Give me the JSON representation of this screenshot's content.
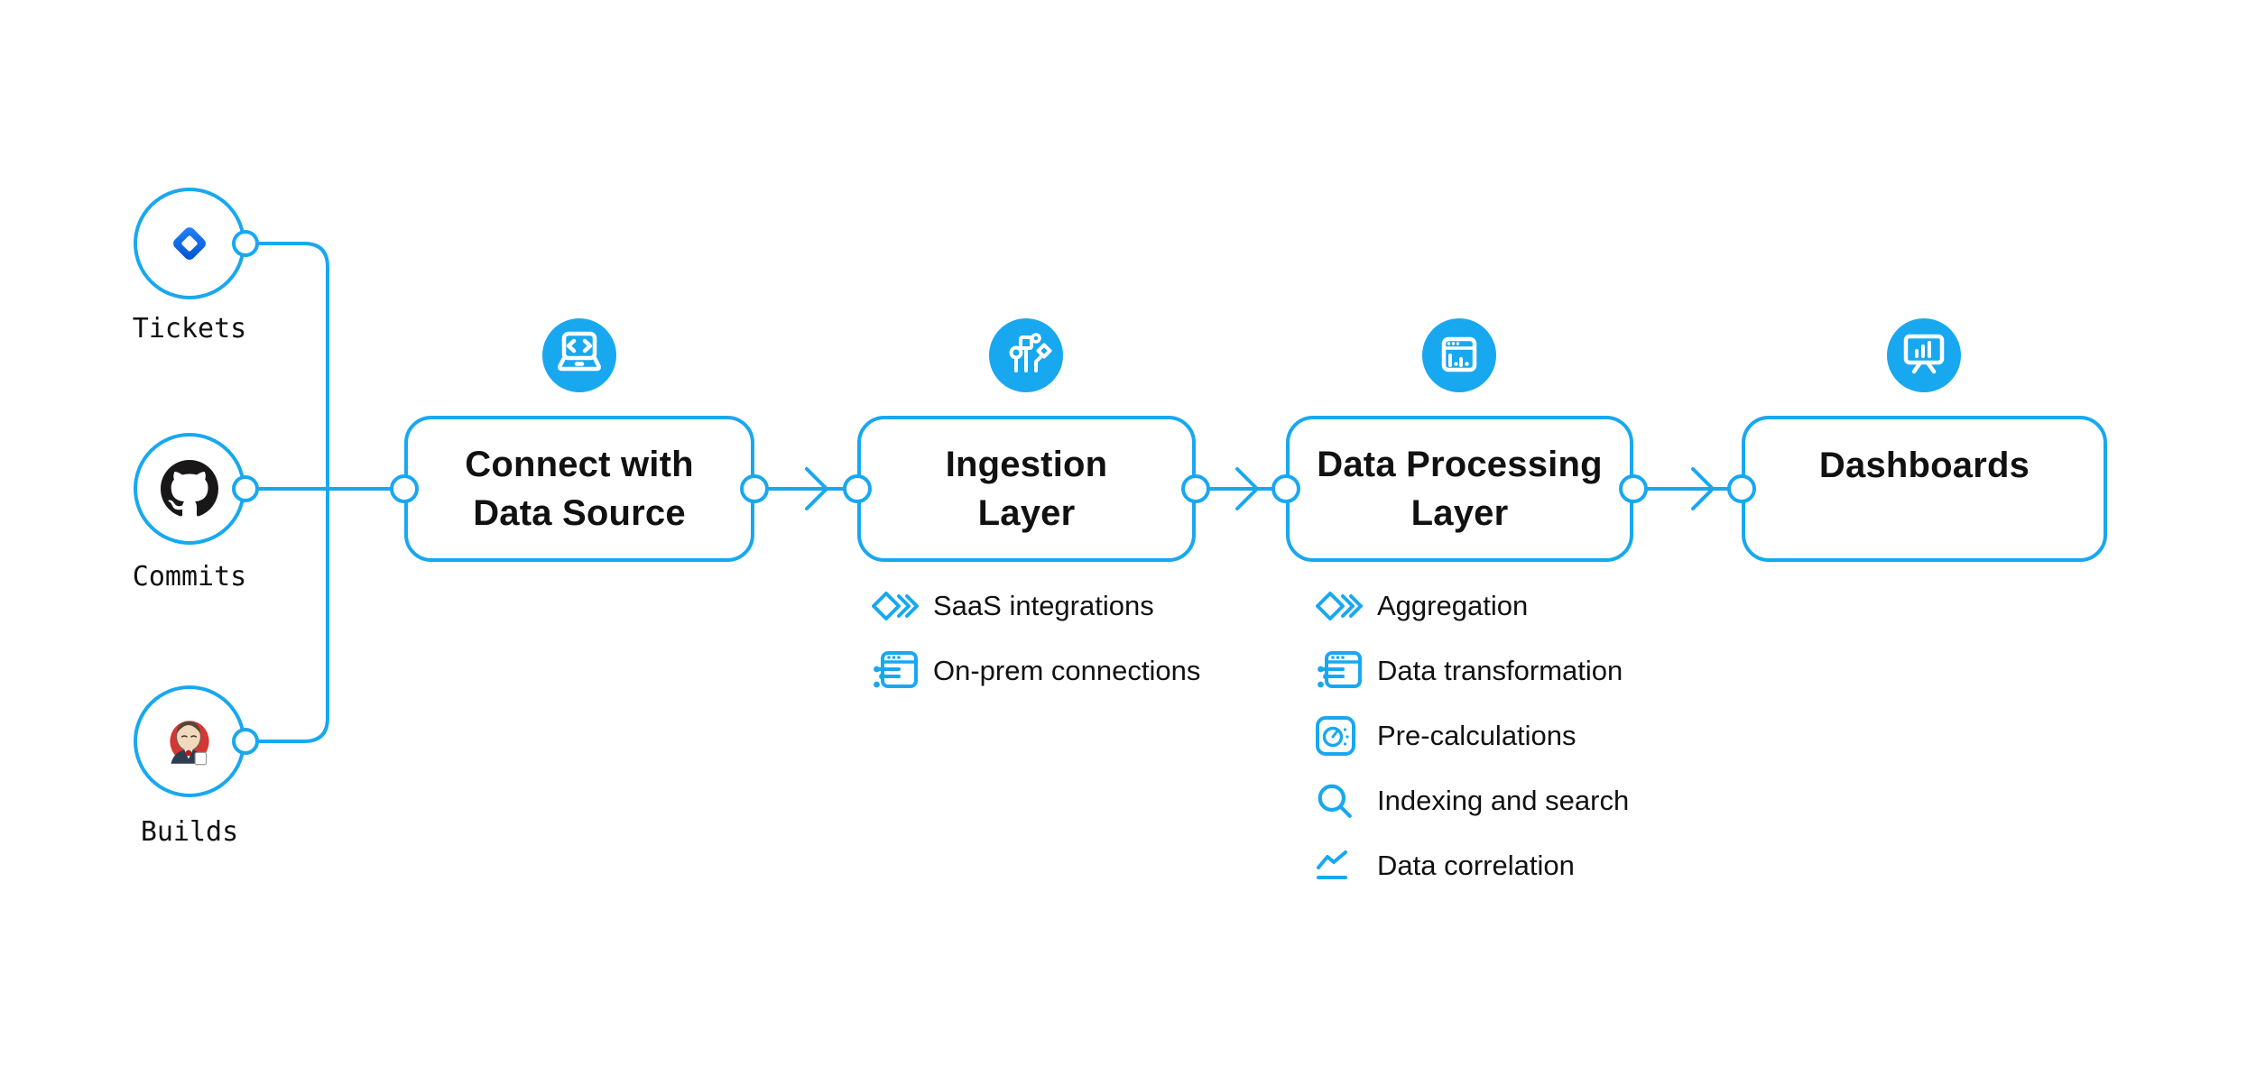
{
  "colors": {
    "accent": "#18a8f0",
    "text": "#111111",
    "background": "#ffffff",
    "jira_blue_light": "#2684FF",
    "jira_blue_dark": "#0052CC",
    "github_black": "#191717",
    "jenkins_red": "#D33833"
  },
  "sources": [
    {
      "label": "Tickets",
      "icon": "jira-icon"
    },
    {
      "label": "Commits",
      "icon": "github-icon"
    },
    {
      "label": "Builds",
      "icon": "jenkins-icon"
    }
  ],
  "stages": [
    {
      "title_lines": [
        "Connect with",
        "Data Source"
      ],
      "icon": "laptop-code-icon",
      "items": []
    },
    {
      "title_lines": [
        "Ingestion",
        "Layer"
      ],
      "icon": "circuit-nodes-icon",
      "items": [
        {
          "label": "SaaS integrations",
          "icon": "stacked-diamonds-icon"
        },
        {
          "label": "On-prem connections",
          "icon": "window-connections-icon"
        }
      ]
    },
    {
      "title_lines": [
        "Data Processing",
        "Layer"
      ],
      "icon": "window-bar-chart-icon",
      "items": [
        {
          "label": "Aggregation",
          "icon": "stacked-diamonds-icon"
        },
        {
          "label": "Data transformation",
          "icon": "window-connections-icon"
        },
        {
          "label": "Pre-calculations",
          "icon": "gauge-icon"
        },
        {
          "label": "Indexing and search",
          "icon": "search-icon"
        },
        {
          "label": "Data correlation",
          "icon": "chart-line-icon"
        }
      ]
    },
    {
      "title_lines": [
        "Dashboards"
      ],
      "icon": "presentation-chart-icon",
      "items": []
    }
  ]
}
